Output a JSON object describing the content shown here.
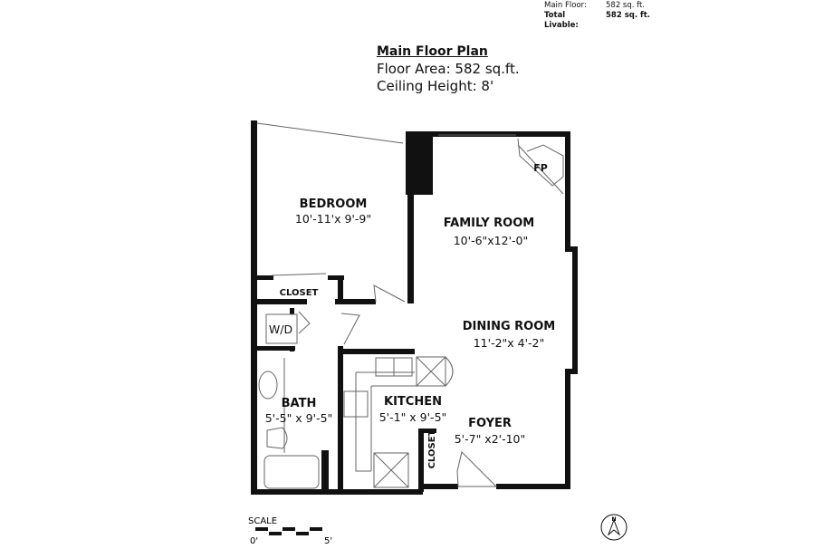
{
  "summary": {
    "main_floor_label": "Main Floor:",
    "main_floor_value": "582 sq. ft.",
    "total_label": "Total Livable:",
    "total_value": "582 sq. ft."
  },
  "header": {
    "title": "Main Floor Plan",
    "floor_area": "Floor Area: 582 sq.ft.",
    "ceiling_height": "Ceiling Height: 8'"
  },
  "rooms": [
    {
      "name": "BEDROOM",
      "dims": "10'-11'x 9'-9\""
    },
    {
      "name": "FAMILY ROOM",
      "dims": "10'-6\"x12'-0\""
    },
    {
      "name": "DINING ROOM",
      "dims": "11'-2\"x  4'-2\""
    },
    {
      "name": "BATH",
      "dims": "5'-5\" x 9'-5\""
    },
    {
      "name": "KITCHEN",
      "dims": "5'-1\" x 9'-5\""
    },
    {
      "name": "FOYER",
      "dims": "5'-7\" x2'-10\""
    }
  ],
  "labels": {
    "closet": "CLOSET",
    "closet2": "CLOSET",
    "wd": "W/D",
    "fp": "FP"
  },
  "scale": {
    "label": "SCALE",
    "start": "0'",
    "end": "5'"
  },
  "north": {
    "letter": "N"
  }
}
